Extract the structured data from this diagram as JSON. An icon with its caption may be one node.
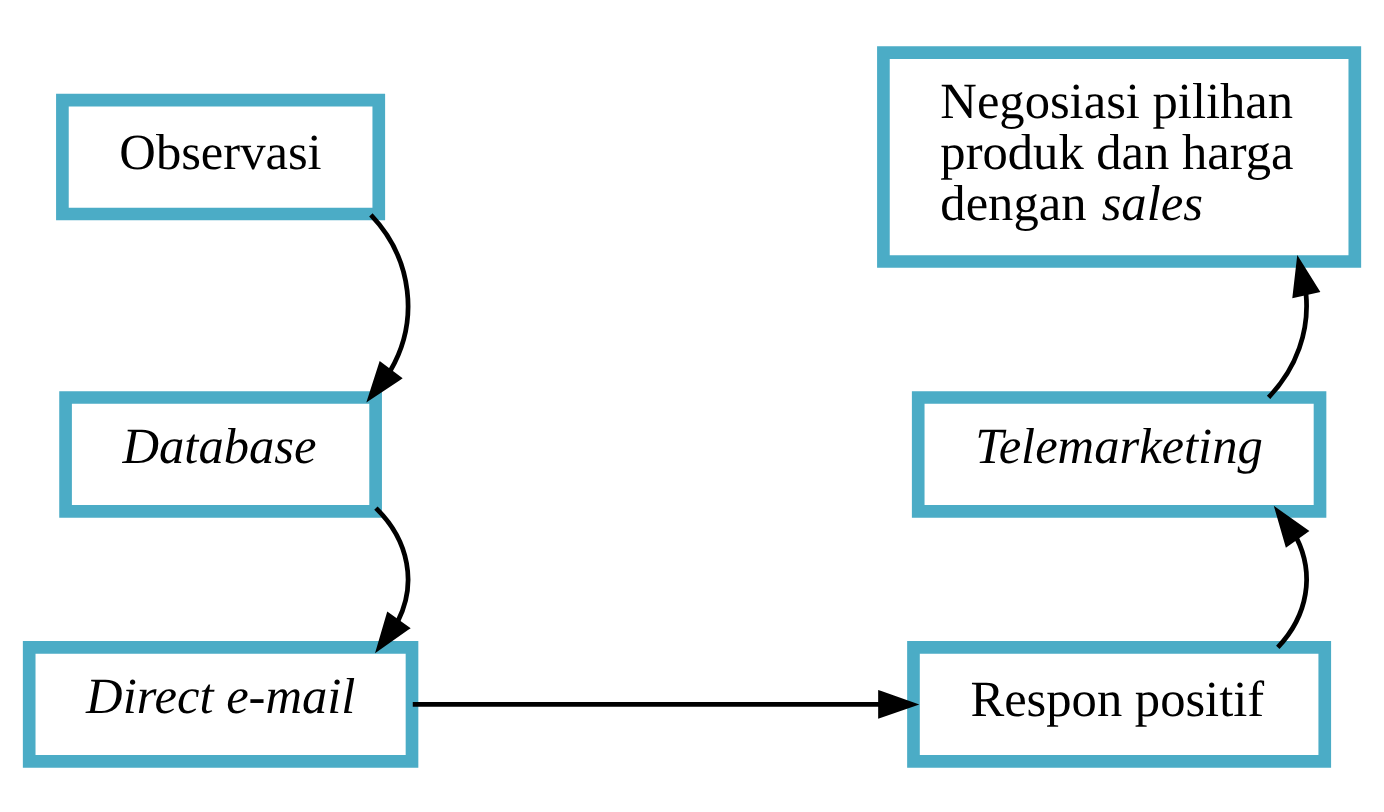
{
  "diagram": {
    "nodes": [
      {
        "text": [
          "Observasi"
        ]
      },
      {
        "text": [
          "Database"
        ]
      },
      {
        "text": [
          "Direct e-mail"
        ]
      },
      {
        "text": [
          "Respon positif"
        ]
      },
      {
        "text": [
          "Telemarketing"
        ]
      },
      {
        "text": [
          "Negosiasi pilihan produk dan harga dengan *sales*"
        ]
      }
    ],
    "edges": [
      {
        "from": 0,
        "to": 1,
        "arrow": "to"
      },
      {
        "from": 1,
        "to": 2,
        "arrow": "to"
      },
      {
        "from": 2,
        "to": 3,
        "arrow": "to"
      },
      {
        "from": 3,
        "to": 4,
        "arrow": "to"
      },
      {
        "from": 4,
        "to": 5,
        "arrow": "to"
      }
    ]
  }
}
